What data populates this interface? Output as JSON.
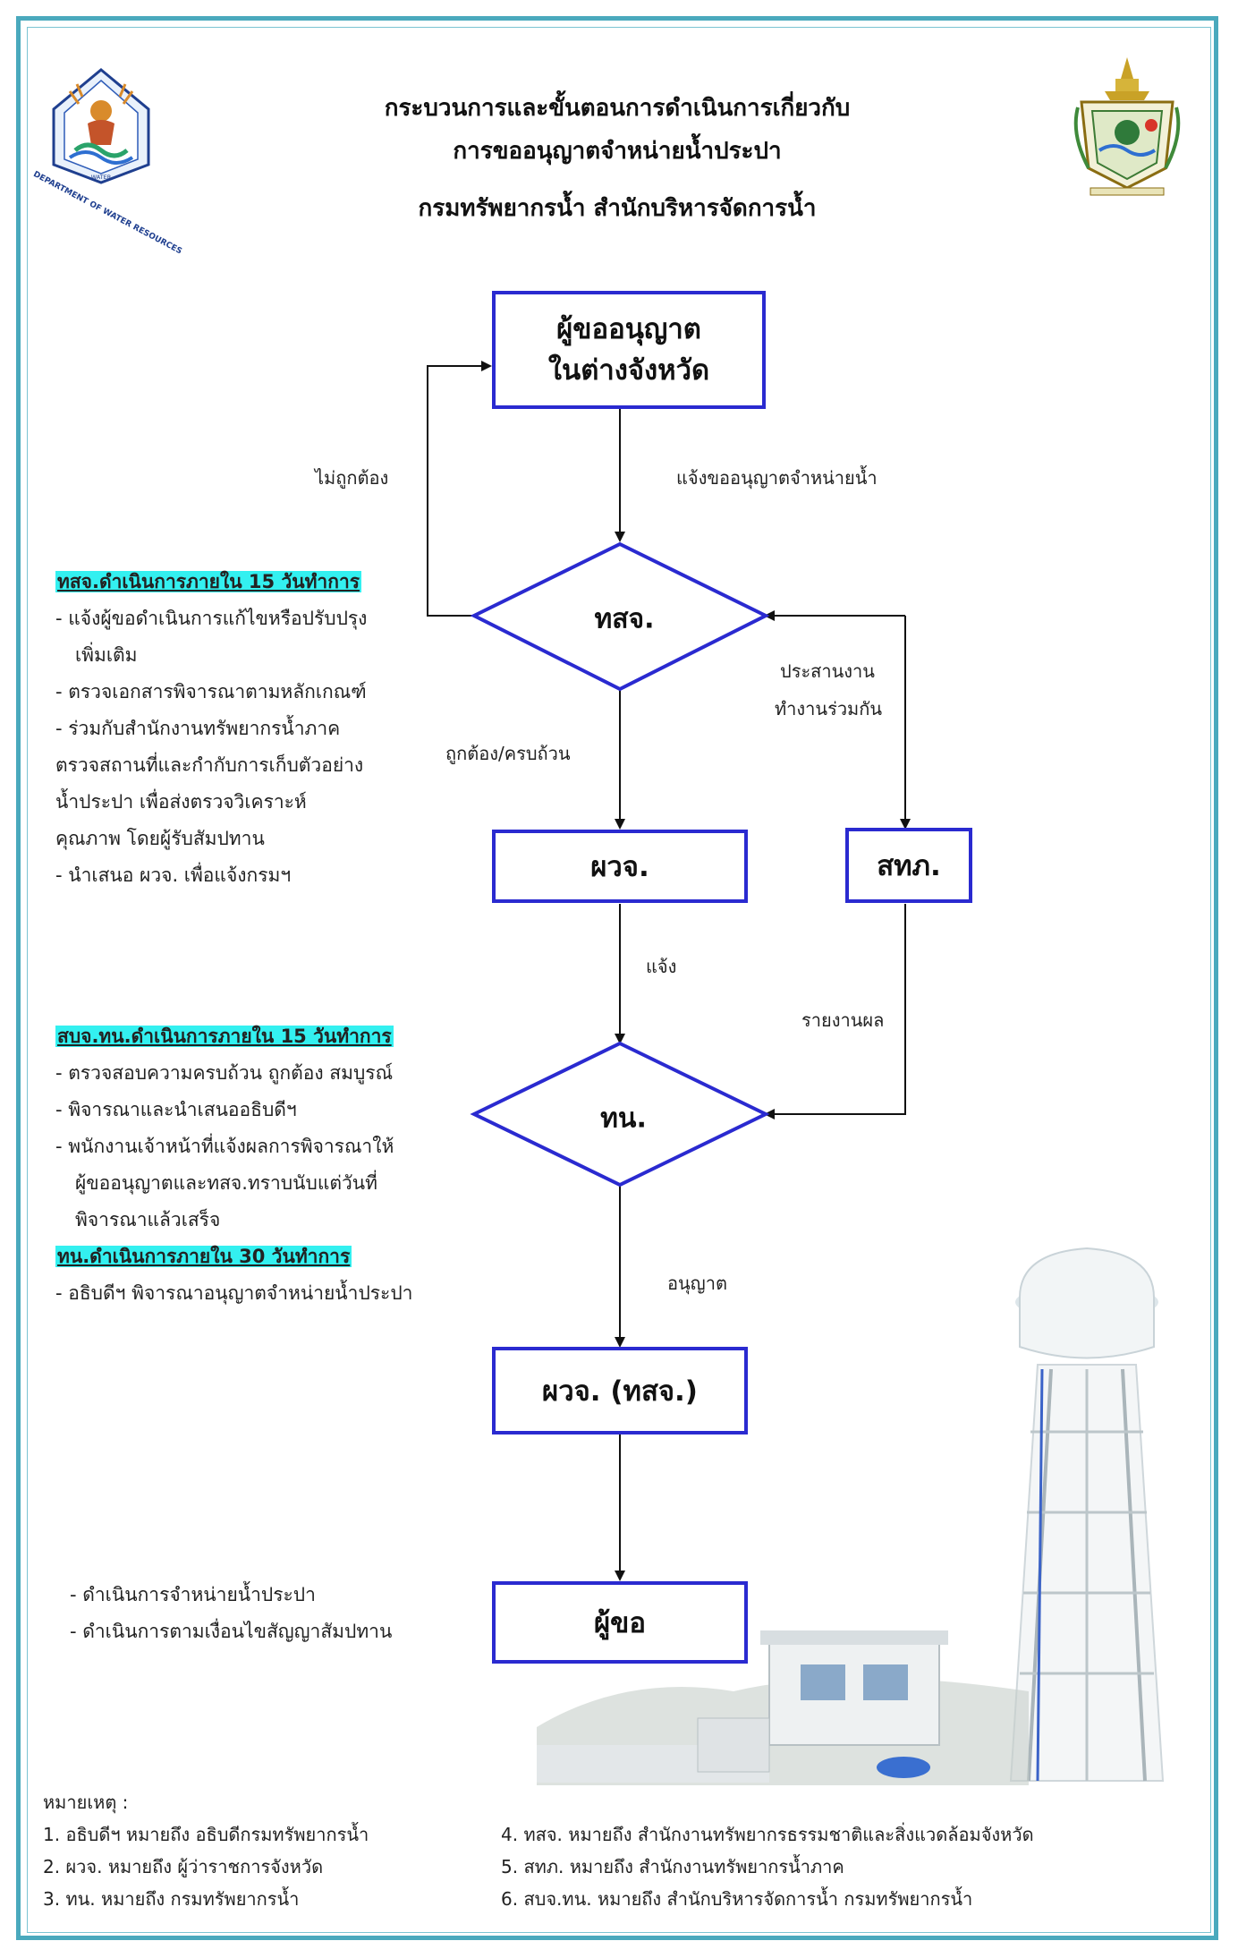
{
  "header": {
    "title_line1": "กระบวนการและขั้นตอนการดำเนินการเกี่ยวกับ",
    "title_line2": "การขออนุญาตจำหน่ายน้ำประปา",
    "title_line3": "กรมทรัพยากรน้ำ   สำนักบริหารจัดการน้ำ",
    "left_logo_text": "DEPARTMENT OF WATER RESOURCES"
  },
  "nodes": {
    "applicant_line1": "ผู้ขออนุญาต",
    "applicant_line2": "ในต่างจังหวัด",
    "tsj": "ทสจ.",
    "pwj": "ผวจ.",
    "sthp": "สทภ.",
    "tn": "ทน.",
    "pwj_tsj": "ผวจ. (ทสจ.)",
    "requester": "ผู้ขอ"
  },
  "edges": {
    "not_correct": "ไม่ถูกต้อง",
    "notify_request": "แจ้งขออนุญาตจำหน่ายน้ำ",
    "coordinate_line1": "ประสานงาน",
    "coordinate_line2": "ทำงานร่วมกัน",
    "correct_complete": "ถูกต้อง/ครบถ้วน",
    "notify": "แจ้ง",
    "report": "รายงานผล",
    "permit": "อนุญาต"
  },
  "notes_tsj": {
    "heading": "ทสจ.ดำเนินการภายใน 15 วันทำการ",
    "lines": [
      "- แจ้งผู้ขอดำเนินการแก้ไขหรือปรับปรุง",
      "   เพิ่มเติม",
      "- ตรวจเอกสารพิจารณาตามหลักเกณฑ์",
      "- ร่วมกับสำนักงานทรัพยากรน้ำภาค",
      "ตรวจสถานที่และกำกับการเก็บตัวอย่าง",
      "น้ำประปา เพื่อส่งตรวจวิเคราะห์",
      "คุณภาพ โดยผู้รับสัมปทาน",
      "- นำเสนอ ผวจ. เพื่อแจ้งกรมฯ"
    ]
  },
  "notes_tn": {
    "heading": "สบจ.ทน.ดำเนินการภายใน 15 วันทำการ",
    "lines": [
      "- ตรวจสอบความครบถ้วน ถูกต้อง สมบูรณ์",
      "- พิจารณาและนำเสนออธิบดีฯ",
      "- พนักงานเจ้าหน้าที่แจ้งผลการพิจารณาให้",
      "   ผู้ขออนุญาตและทสจ.ทราบนับแต่วันที่",
      "   พิจารณาแล้วเสร็จ"
    ],
    "heading2": "ทน.ดำเนินการภายใน 30 วันทำการ",
    "lines2": [
      "- อธิบดีฯ พิจารณาอนุญาตจำหน่ายน้ำประปา"
    ]
  },
  "notes_final": {
    "lines": [
      "- ดำเนินการจำหน่ายน้ำประปา",
      "- ดำเนินการตามเงื่อนไขสัญญาสัมปทาน"
    ]
  },
  "legend": {
    "heading": "หมายเหตุ :",
    "left": [
      "1. อธิบดีฯ หมายถึง อธิบดีกรมทรัพยากรน้ำ",
      "2. ผวจ.     หมายถึง ผู้ว่าราชการจังหวัด",
      "3. ทน.      หมายถึง กรมทรัพยากรน้ำ"
    ],
    "right": [
      "4. ทสจ. หมายถึง สำนักงานทรัพยากรธรรมชาติและสิ่งแวดล้อมจังหวัด",
      "5. สทภ. หมายถึง สำนักงานทรัพยากรน้ำภาค",
      "6. สบจ.ทน. หมายถึง สำนักบริหารจัดการน้ำ กรมทรัพยากรน้ำ"
    ]
  },
  "colors": {
    "frame": "#4aa9bd",
    "box_border": "#2a2ad0",
    "highlight": "#33f0f0",
    "arrow": "#111111"
  }
}
